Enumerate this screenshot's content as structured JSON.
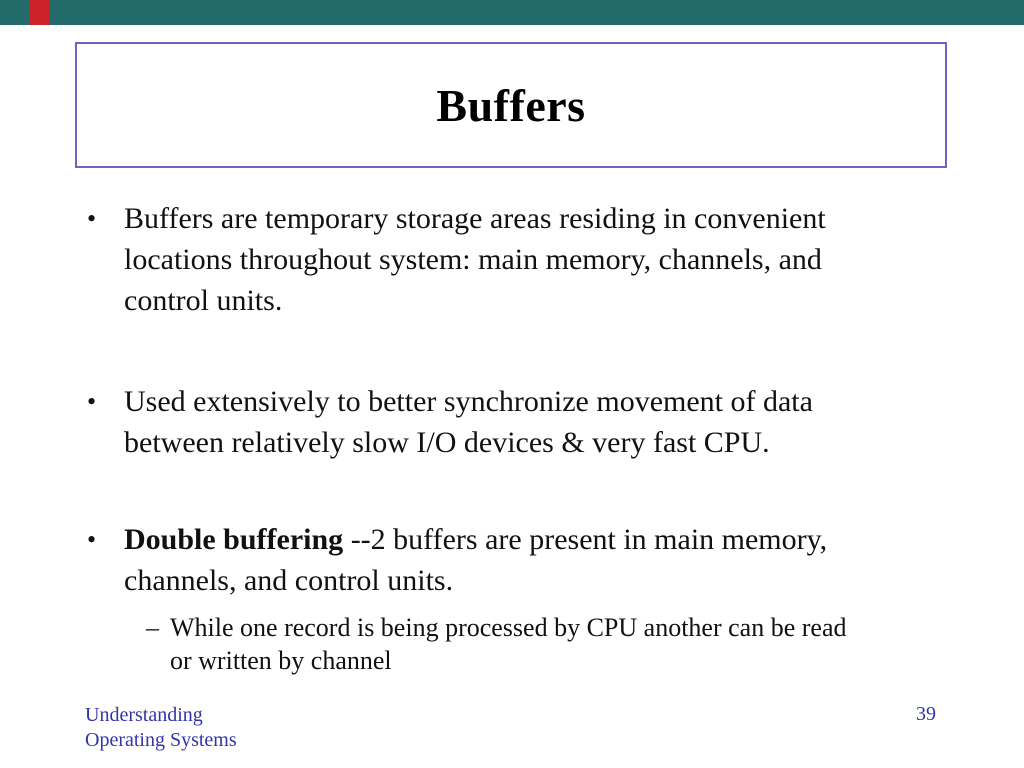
{
  "slide": {
    "title": "Buffers",
    "bullets": [
      {
        "marker": "•",
        "lines": [
          "Buffers are temporary storage areas residing in convenient",
          "locations throughout system: main memory, channels, and",
          "control units."
        ]
      },
      {
        "marker": "•",
        "lines": [
          "Used extensively to better synchronize movement of data",
          "between relatively slow I/O devices & very fast CPU."
        ]
      },
      {
        "marker": "•",
        "bold_lead": "Double buffering",
        "lead_rest": " --2 buffers are present in main memory,",
        "line2": "channels, and control units."
      }
    ],
    "sub_bullet": {
      "marker": "–",
      "lines": [
        "While one record is being processed by CPU another can be read",
        "or written by channel"
      ]
    },
    "footer": {
      "course_line1": "Understanding",
      "course_line2": "Operating Systems",
      "page_number": "39"
    },
    "colors": {
      "title_box_border": "#6a66bb",
      "footer_text": "#3333aa",
      "top_bar": "#236b6b",
      "top_bar_accent": "#cd2328",
      "body_text": "#111111"
    }
  }
}
